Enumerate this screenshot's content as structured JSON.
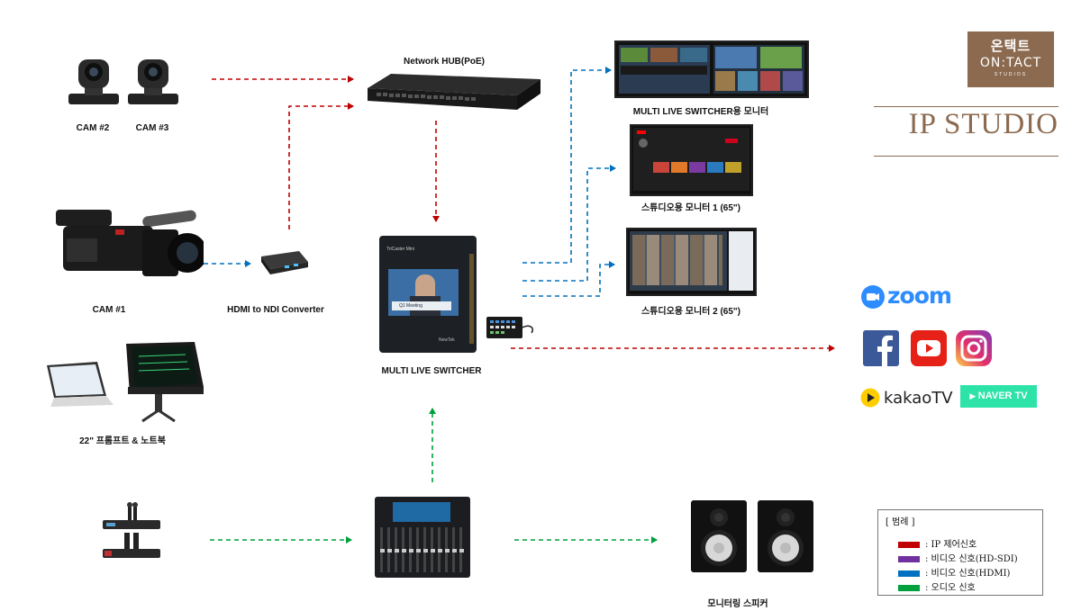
{
  "brand": {
    "korean": "온택트",
    "english": "ON:TACT",
    "sub": "STUDIOS"
  },
  "page_title": "IP STUDIO",
  "labels": {
    "cam2": "CAM #2",
    "cam3": "CAM #3",
    "cam1": "CAM #1",
    "converter": "HDMI to NDI Converter",
    "prompter": "22\" 프롬프트 & 노트북",
    "hub": "Network HUB(PoE)",
    "switcher": "MULTI LIVE SWITCHER",
    "switcher_monitor": "MULTI LIVE SWITCHER용 모니터",
    "studio_monitor_1": "스튜디오용 모니터 1 (65\")",
    "studio_monitor_2": "스튜디오용 모니터 2 (65\")",
    "speaker": "모니터링 스피커"
  },
  "platforms": {
    "zoom": "zoom",
    "kakao": "kakaoTV",
    "naver": "NAVER TV"
  },
  "switcher_screen": {
    "brand": "TriCaster Mini",
    "caption": "Q1 Meeting",
    "maker": "NewTek"
  },
  "legend": {
    "title": "[ 범례 ]",
    "items": [
      {
        "label": ": IP 제어신호",
        "color": "#c00000"
      },
      {
        "label": ": 비디오 신호(HD-SDI)",
        "color": "#7030a0"
      },
      {
        "label": ": 비디오 신호(HDMI)",
        "color": "#0070c0"
      },
      {
        "label": ": 오디오 신호",
        "color": "#00a03c"
      }
    ]
  },
  "colors": {
    "ip": "#c00000",
    "hdmi": "#0070c0",
    "audio": "#00a03c",
    "brand": "#8b6a4f"
  }
}
